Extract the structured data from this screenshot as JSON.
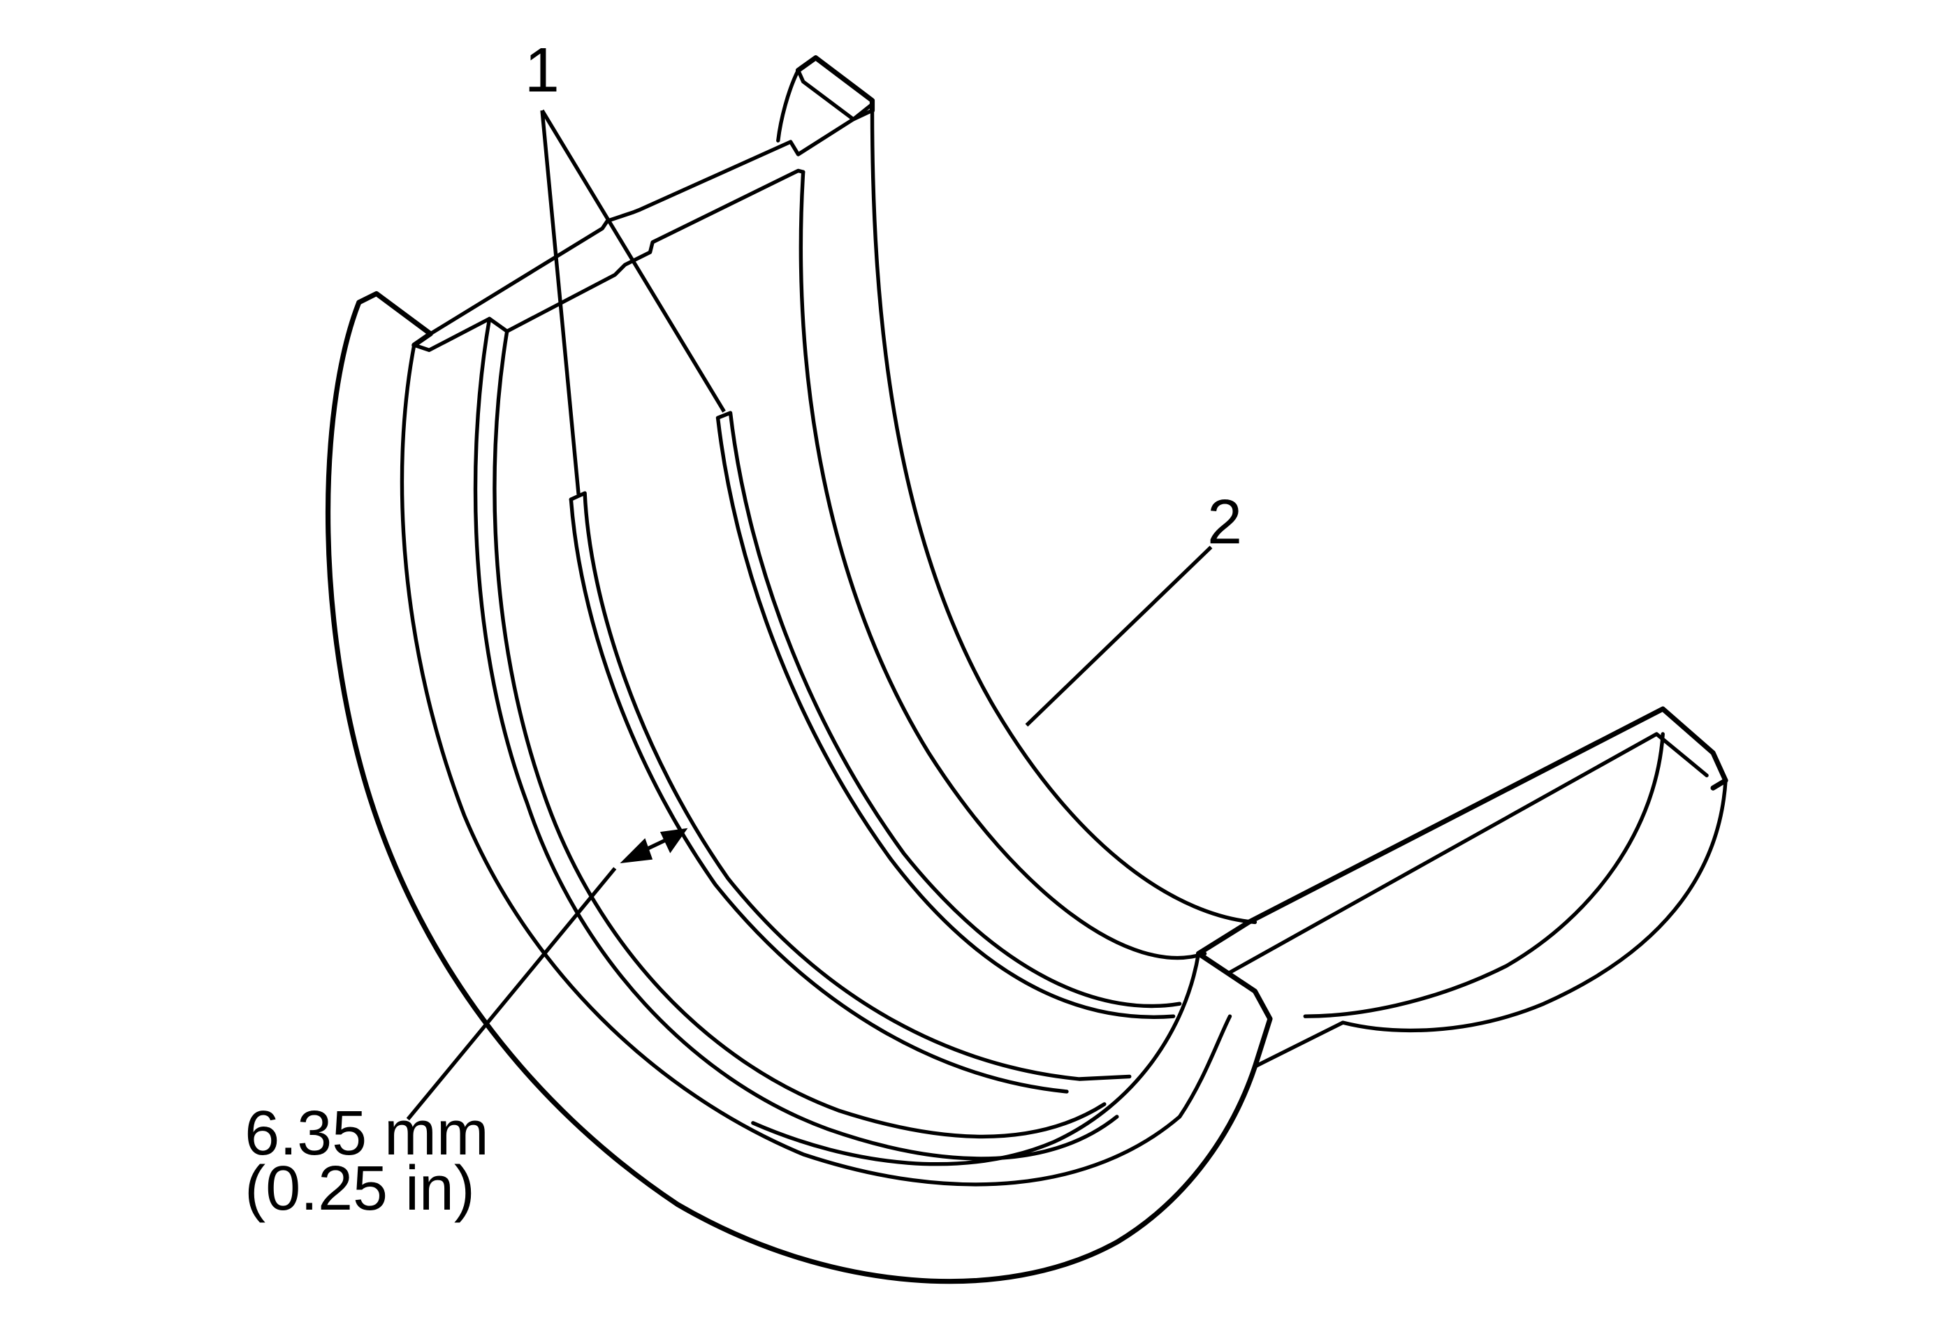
{
  "callouts": {
    "c1": "1",
    "c2": "2"
  },
  "dimension": {
    "metric": "6.35 mm",
    "imperial": "(0.25 in)"
  },
  "colors": {
    "line": "#000000",
    "background": "#ffffff"
  }
}
